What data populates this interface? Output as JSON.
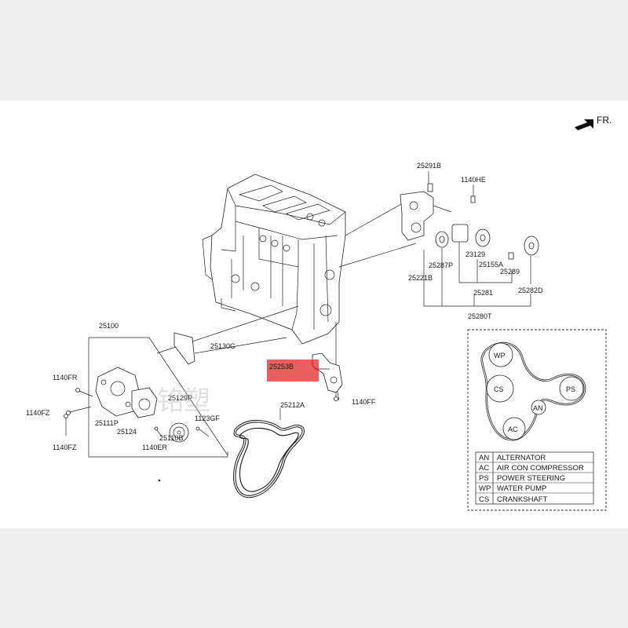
{
  "front_label": "FR.",
  "watermark": "铭塑",
  "highlight_color": "#e02020",
  "parts": {
    "p25291B": "25291B",
    "p1140HE": "1140HE",
    "p23129": "23129",
    "p25287P": "25287P",
    "p25155A": "25155A",
    "p25289": "25289",
    "p25221B": "25221B",
    "p25281": "25281",
    "p25282D": "25282D",
    "p25280T": "25280T",
    "p25100": "25100",
    "p25130G": "25130G",
    "p25253B": "25253B",
    "p1140FR": "1140FR",
    "p1140FZa": "1140FZ",
    "p1140FZb": "1140FZ",
    "p25111P": "25111P",
    "p25124": "25124",
    "p1140ER": "1140ER",
    "p25110B": "25110B",
    "p25129P": "25129P",
    "p1123GF": "1123GF",
    "p1140FF": "1140FF",
    "p25212A": "25212A"
  },
  "pulleys": {
    "wp": "WP",
    "cs": "CS",
    "ps": "PS",
    "an": "AN",
    "ac": "AC"
  },
  "legend": [
    {
      "code": "AN",
      "name": "ALTERNATOR"
    },
    {
      "code": "AC",
      "name": "AIR CON COMPRESSOR"
    },
    {
      "code": "PS",
      "name": "POWER STEERING"
    },
    {
      "code": "WP",
      "name": "WATER PUMP"
    },
    {
      "code": "CS",
      "name": "CRANKSHAFT"
    }
  ]
}
